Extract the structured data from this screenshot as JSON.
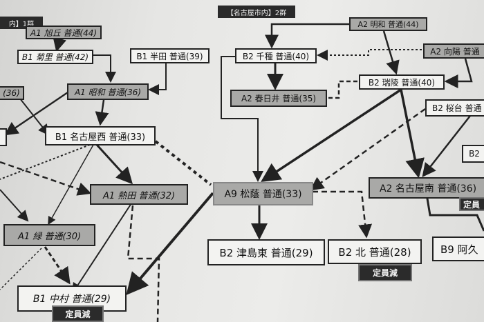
{
  "groups": {
    "group1_title": "内】1群",
    "group2_title": "【名古屋市内】2群"
  },
  "nodes": {
    "asahigaoka": "A1 旭丘 普通(44)",
    "kikuzato": "B1 菊里 普通(42)",
    "handa": "B1 半田 普通(39)",
    "partial36": "(36)",
    "showa": "A1 昭和 普通(36)",
    "nagoyanishi": "B1 名古屋西 普通(33)",
    "atsuta": "A1 熱田 普通(32)",
    "midori": "A1 緑 普通(30)",
    "nakamura": "B1 中村 普通(29)",
    "meiwa": "A2 明和 普通(44)",
    "chikusa": "B2 千種 普通(40)",
    "koyo": "A2 向陽 普通",
    "zuiryo": "B2 瑞陵 普通(40)",
    "kasugai": "A2 春日井 普通(35)",
    "sakuradai": "B2 桜台 普通",
    "b2partial": "B2",
    "shoin": "A9 松蔭 普通(33)",
    "nagoyaminami": "A2 名古屋南 普通(36)",
    "tsushimahigashi": "B2 津島東 普通(29)",
    "kita": "B2 北 普通(28)",
    "aguhi": "B9 阿久"
  },
  "badges": {
    "nakamura": "定員減",
    "kita": "定員減",
    "nagoyaminami": "定員"
  }
}
